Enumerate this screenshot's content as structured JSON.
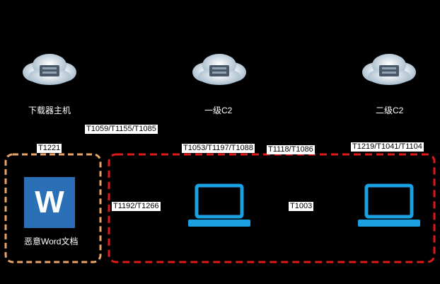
{
  "nodes": {
    "downloader_host": {
      "label": "下载器主机",
      "icon": "cloud-server-icon"
    },
    "c2_primary": {
      "label": "一级C2",
      "icon": "cloud-server-icon"
    },
    "c2_secondary": {
      "label": "二级C2",
      "icon": "cloud-server-icon"
    },
    "word_doc": {
      "label": "恶意Word文档",
      "icon_letter": "W",
      "icon": "word-document-icon"
    },
    "laptop_1": {
      "icon": "laptop-icon"
    },
    "laptop_2": {
      "icon": "laptop-icon"
    }
  },
  "techniques": {
    "download_link": "T1059/T1155/T1085",
    "word_box": "T1221",
    "c2_primary_link": "T1053/T1197/T1088",
    "mid_link": "T1118/T1086",
    "c2_secondary_link": "T1219/T1041/T1104",
    "word_to_laptop": "T1192/T1266",
    "laptop_to_laptop": "T1003"
  },
  "colors": {
    "background": "#000000",
    "word_group_border": "#e8a46b",
    "network_group_border": "#e0191d",
    "word_icon_blue": "#2b6fb6",
    "laptop_blue": "#1ba1e2"
  }
}
